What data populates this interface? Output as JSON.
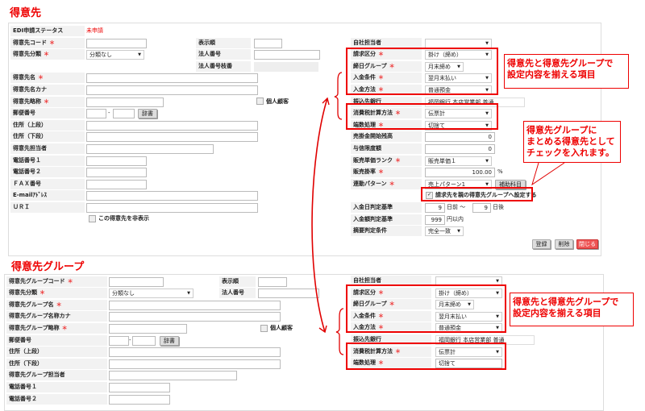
{
  "top": {
    "title": "得意先",
    "edi": {
      "label": "EDI申請ステータス",
      "value": "未申請"
    },
    "left_fields": [
      {
        "label": "得意先コード",
        "required": "＊",
        "value": ""
      },
      {
        "label": "得意先分類",
        "required": "＊",
        "value": "分類なし"
      },
      {
        "label": "得意先名",
        "required": "＊",
        "value": ""
      },
      {
        "label": "得意先名カナ",
        "required": "",
        "value": ""
      },
      {
        "label": "得意先略称",
        "required": "＊",
        "value": ""
      },
      {
        "label": "郵便番号",
        "required": "",
        "value": ""
      },
      {
        "label": "住所（上段）",
        "required": "",
        "value": ""
      },
      {
        "label": "住所（下段）",
        "required": "",
        "value": ""
      },
      {
        "label": "得意先担当者",
        "required": "",
        "value": ""
      },
      {
        "label": "電話番号１",
        "required": "",
        "value": ""
      },
      {
        "label": "電話番号２",
        "required": "",
        "value": ""
      },
      {
        "label": "ＦＡＸ番号",
        "required": "",
        "value": ""
      },
      {
        "label": "E-mailｱﾄﾞﾚｽ",
        "required": "",
        "value": ""
      },
      {
        "label": "ＵＲＩ",
        "required": "",
        "value": ""
      }
    ],
    "postal_dash": "-",
    "dictionary_button": "辞書",
    "individual_customer": "個人顧客",
    "hide_checkbox": "この得意先を非表示",
    "mid_fields": [
      {
        "label": "表示順",
        "value": ""
      },
      {
        "label": "法人番号",
        "value": ""
      },
      {
        "label": "法人番号枝番",
        "value": ""
      }
    ],
    "right_fields": [
      {
        "label": "自社担当者",
        "required": "",
        "value": ""
      },
      {
        "label": "請求区分",
        "required": "＊",
        "value": "掛け（締め）"
      },
      {
        "label": "締日グループ",
        "required": "＊",
        "value": "月末締め"
      },
      {
        "label": "入金条件",
        "required": "＊",
        "value": "翌月末払い"
      },
      {
        "label": "入金方法",
        "required": "＊",
        "value": "普通預金"
      },
      {
        "label": "振込先銀行",
        "required": "",
        "value": "福岡銀行 本店営業部 普通"
      },
      {
        "label": "消費税計算方法",
        "required": "＊",
        "value": "伝票計"
      },
      {
        "label": "端数処理",
        "required": "＊",
        "value": "切捨て"
      },
      {
        "label": "売掛金開始残高",
        "required": "",
        "value": "0"
      },
      {
        "label": "与信限度額",
        "required": "",
        "value": "0"
      },
      {
        "label": "販売単価ランク",
        "required": "＊",
        "value": "販売単価１"
      },
      {
        "label": "販売掛率",
        "required": "＊",
        "value": "100.00"
      },
      {
        "label": "連動パターン",
        "required": "＊",
        "value": "売上パターン1"
      }
    ],
    "percent_unit": "%",
    "sub_account_button": "補助科目",
    "parent_group_checkbox": {
      "label": "請求先を親の得意先グループへ設定する",
      "checked": true
    },
    "payment_date": {
      "label": "入金日判定基準",
      "before": "9",
      "before_unit": "日前 ～",
      "after": "9",
      "after_unit": "日後"
    },
    "payment_amount": {
      "label": "入金額判定基準",
      "value": "999",
      "unit": "円以内"
    },
    "summary_condition": {
      "label": "摘要判定条件",
      "value": "完全一致"
    },
    "buttons": {
      "register": "登録",
      "delete": "削除",
      "close": "閉じる"
    }
  },
  "bottom": {
    "title": "得意先グループ",
    "left_fields": [
      {
        "label": "得意先グループコード",
        "required": "＊",
        "value": ""
      },
      {
        "label": "得意先分類",
        "required": "＊",
        "value": "分類なし"
      },
      {
        "label": "得意先グループ名",
        "required": "＊",
        "value": ""
      },
      {
        "label": "得意先グループ名称カナ",
        "required": "",
        "value": ""
      },
      {
        "label": "得意先グループ略称",
        "required": "＊",
        "value": ""
      },
      {
        "label": "郵便番号",
        "required": "",
        "value": ""
      },
      {
        "label": "住所（上段）",
        "required": "",
        "value": ""
      },
      {
        "label": "住所（下段）",
        "required": "",
        "value": ""
      },
      {
        "label": "得意先グループ担当者",
        "required": "",
        "value": ""
      },
      {
        "label": "電話番号１",
        "required": "",
        "value": ""
      },
      {
        "label": "電話番号２",
        "required": "",
        "value": ""
      }
    ],
    "postal_dash": "-",
    "dictionary_button": "辞書",
    "individual_customer": "個人顧客",
    "mid_fields": [
      {
        "label": "表示順",
        "value": ""
      },
      {
        "label": "法人番号",
        "value": ""
      }
    ],
    "right_fields": [
      {
        "label": "自社担当者",
        "required": "",
        "value": ""
      },
      {
        "label": "請求区分",
        "required": "＊",
        "value": "掛け（締め）"
      },
      {
        "label": "締日グループ",
        "required": "＊",
        "value": "月末締め"
      },
      {
        "label": "入金条件",
        "required": "＊",
        "value": "翌月末払い"
      },
      {
        "label": "入金方法",
        "required": "＊",
        "value": "普通預金"
      },
      {
        "label": "振込先銀行",
        "required": "",
        "value": "福岡銀行 本店営業部 普通"
      },
      {
        "label": "消費税計算方法",
        "required": "＊",
        "value": "伝票計"
      },
      {
        "label": "端数処理",
        "required": "＊",
        "value": "切捨て"
      }
    ]
  },
  "annotations": {
    "align_note_top": [
      "得意先と得意先グループで",
      "設定内容を揃える項目"
    ],
    "group_note": [
      "得意先グループに",
      "まとめる得意先として",
      "チェックを入れます。"
    ],
    "align_note_bottom": [
      "得意先と得意先グループで",
      "設定内容を揃える項目"
    ],
    "color": "#e00000"
  }
}
